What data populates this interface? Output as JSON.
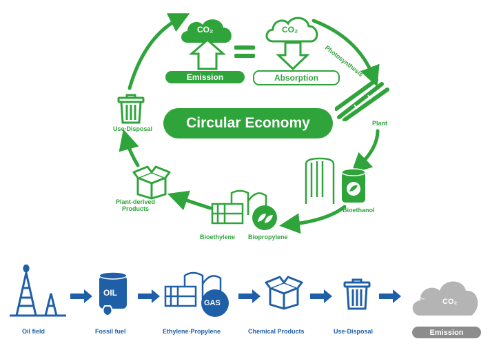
{
  "colors": {
    "green": "#2ea43a",
    "blue": "#1f5fa8",
    "gray": "#b4b4b4"
  },
  "cycle": {
    "center_title": "Circular Economy",
    "co2_emission_cloud": "CO₂",
    "co2_absorption_cloud": "CO₂",
    "emission_label": "Emission",
    "absorption_label": "Absorption",
    "photosynthesis_label": "Photosynthesis",
    "plant_label": "Plant",
    "bioethanol_label": "Bioethanol",
    "bioethylene_label": "Bioethylene",
    "biopropylene_label": "Biopropylene",
    "plant_products_label": "Plant-derived\nProducts",
    "use_disposal_label": "Use·Disposal"
  },
  "linear": {
    "oil_field_label": "Oil field",
    "fossil_fuel_label": "Fossil fuel",
    "oil_barrel_text": "OIL",
    "gas_text": "GAS",
    "ethylene_propylene_label": "Ethylene·Propylene",
    "chemical_products_label": "Chemical Products",
    "use_disposal_label": "Use·Disposal",
    "co2_cloud_text": "CO₂",
    "emission_label": "Emission"
  }
}
